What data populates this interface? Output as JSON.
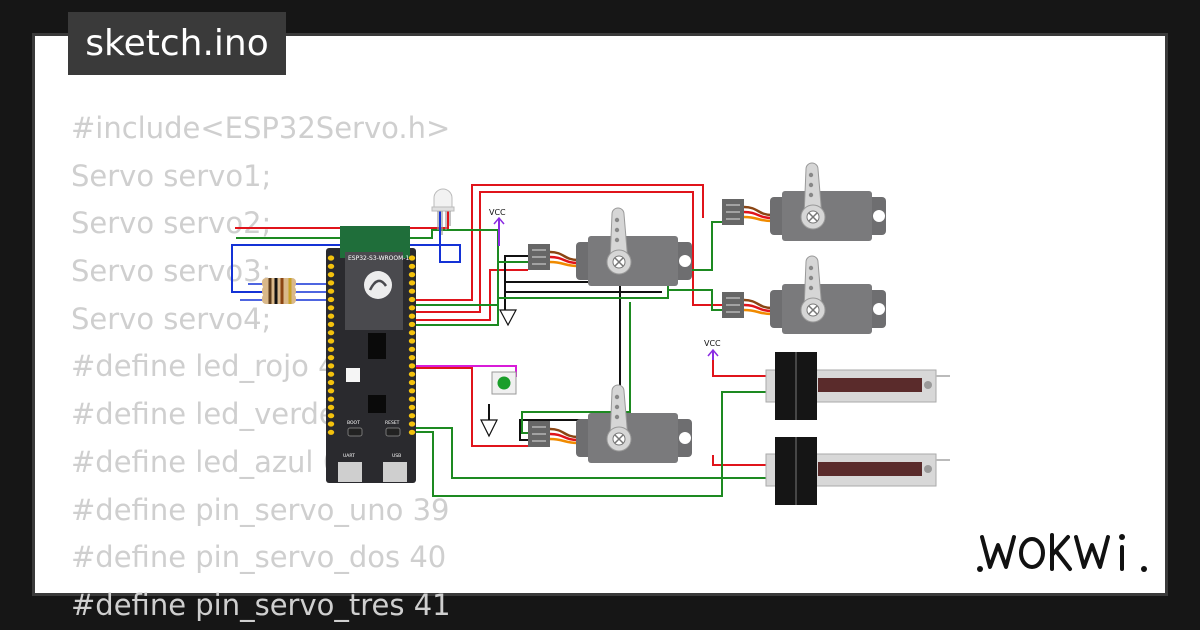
{
  "file_tab": {
    "label": "sketch.ino"
  },
  "code_lines": [
    "#include<ESP32Servo.h>",
    "Servo servo1;",
    "Servo servo2;",
    "Servo servo3;",
    "Servo servo4;",
    "#define led_rojo 4",
    "#define led_verde 5",
    "#define led_azul 6",
    "#define pin_servo_uno 39",
    "#define pin_servo_dos 40",
    "#define pin_servo_tres 41"
  ],
  "circuit": {
    "board_label": "ESP32-S3-WROOM-1",
    "vcc_labels": [
      "VCC",
      "VCC"
    ],
    "button_labels": [
      "BOOT",
      "RESET"
    ],
    "port_labels": [
      "UART",
      "USB"
    ],
    "wire_colors": {
      "red": "#e0141b",
      "black": "#111111",
      "green": "#1d8a21",
      "blue": "#1432d6",
      "magenta": "#d81bd8",
      "purple": "#8a2be2"
    }
  },
  "brand": {
    "logo": "WOKWI"
  }
}
